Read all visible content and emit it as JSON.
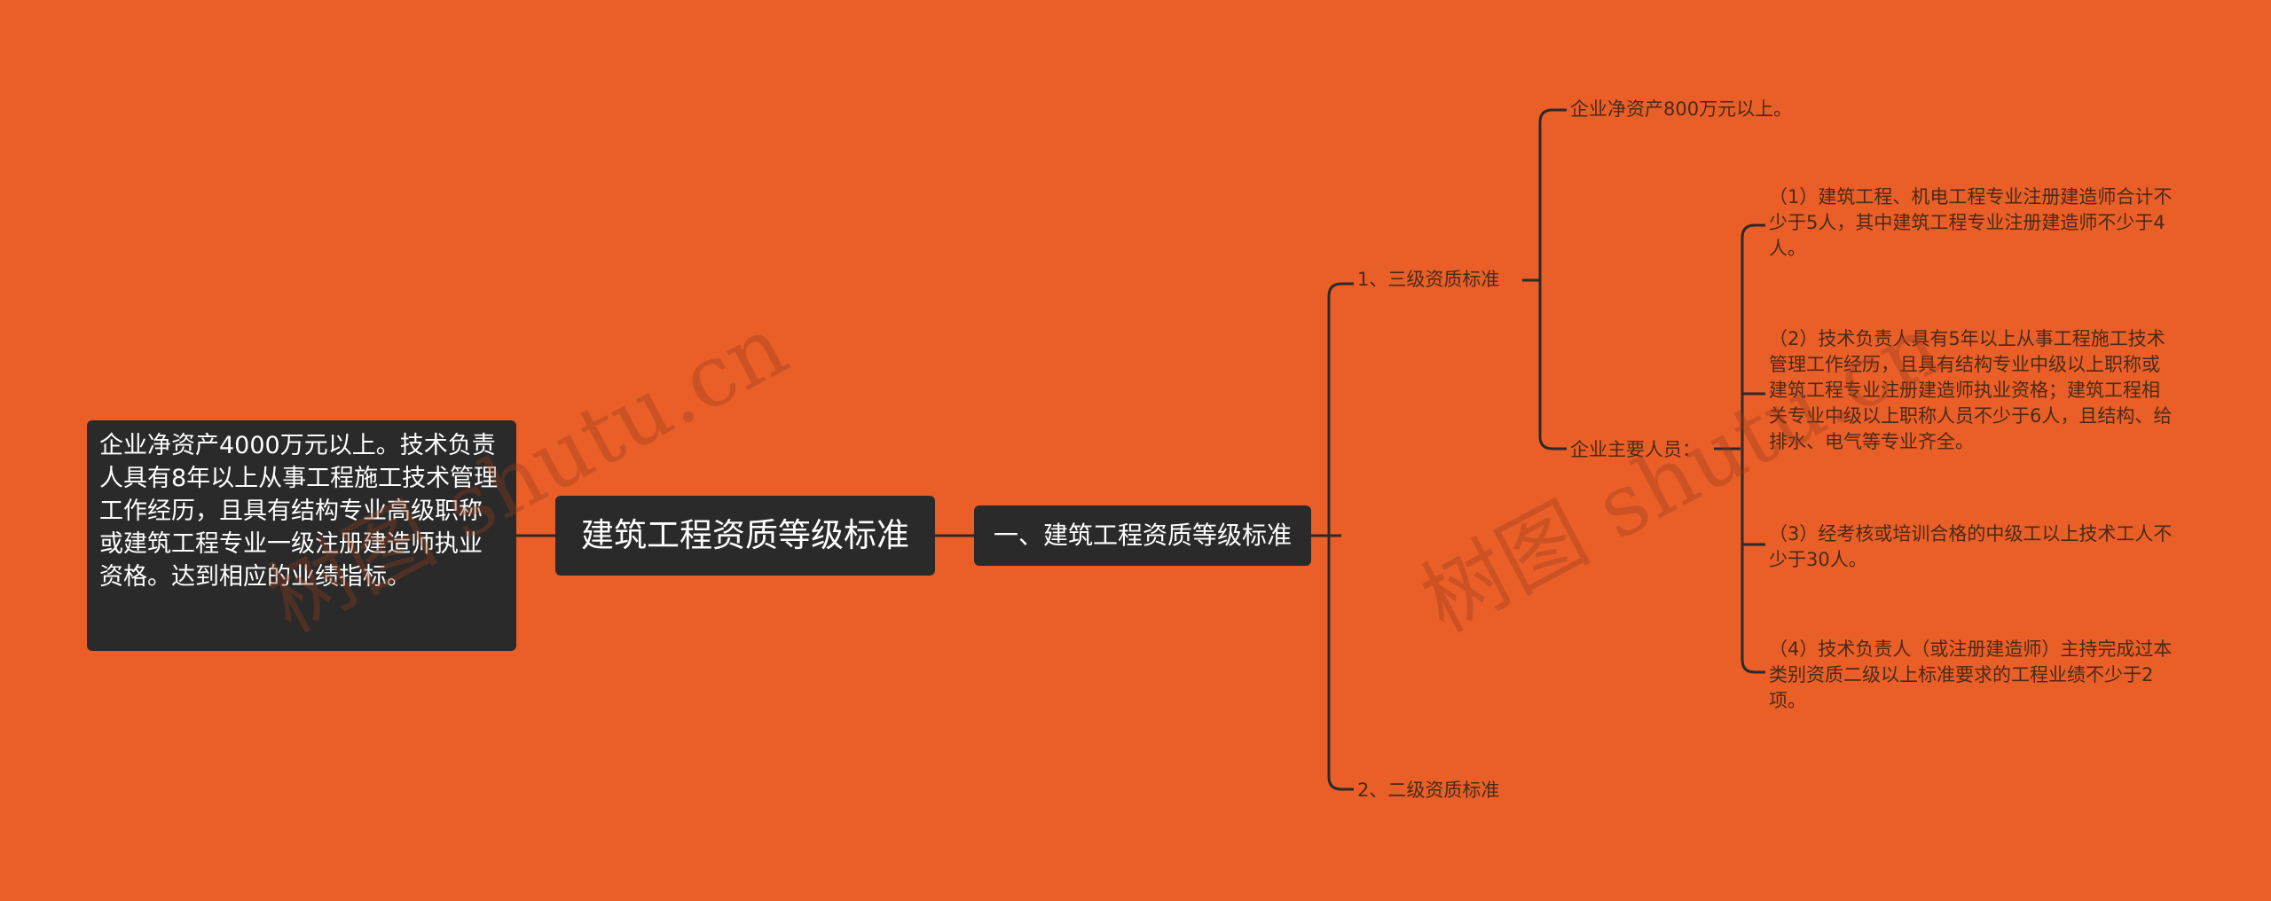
{
  "colors": {
    "background": "#EA5F28",
    "node_fill": "#2A2A2A",
    "node_text": "#FFFFFF",
    "line": "#2A2A2A",
    "leaf_text": "#4A2A18"
  },
  "watermark": "树图 shutu.cn",
  "root": {
    "label": "建筑工程资质等级标准"
  },
  "left_note": {
    "text": "企业净资产4000万元以上。技术负责人具有8年以上从事工程施工技术管理工作经历，且具有结构专业高级职称或建筑工程专业一级注册建造师执业资格。达到相应的业绩指标。"
  },
  "section": {
    "label": "一、建筑工程资质等级标准"
  },
  "level3": {
    "label": "1、三级资质标准",
    "asset": "企业净资产800万元以上。",
    "staff": {
      "label": "企业主要人员：",
      "items": [
        "（1）建筑工程、机电工程专业注册建造师合计不少于5人，其中建筑工程专业注册建造师不少于4人。",
        "（2）技术负责人具有5年以上从事工程施工技术管理工作经历，且具有结构专业中级以上职称或建筑工程专业注册建造师执业资格；建筑工程相关专业中级以上职称人员不少于6人，且结构、给排水、电气等专业齐全。",
        "（3）经考核或培训合格的中级工以上技术工人不少于30人。",
        "（4）技术负责人（或注册建造师）主持完成过本类别资质二级以上标准要求的工程业绩不少于2项。"
      ]
    }
  },
  "level2": {
    "label": "2、二级资质标准"
  }
}
